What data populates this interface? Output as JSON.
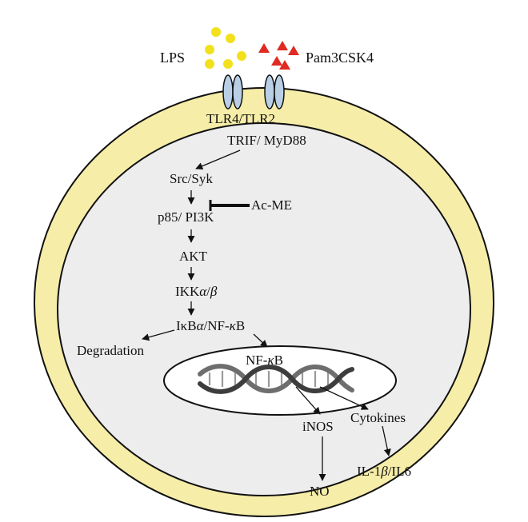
{
  "ligands": {
    "lps": "LPS",
    "pam": "Pam3CSK4",
    "lps_color": "#f2e01c",
    "pam_color": "#e02a22"
  },
  "membrane": {
    "receptor": "TLR4/TLR2",
    "outer_color": "#f6eda8",
    "inner_color": "#eeedee",
    "receptor_color": "#b8cfe6"
  },
  "pathway": {
    "adaptor": "TRIF/ MyD88",
    "src_syk": "Src/Syk",
    "inhibitor": "Ac-ME",
    "pi3k": "p85/ PI3K",
    "akt": "AKT",
    "ikk_prefix": "IKK",
    "ikk_a": "α",
    "ikk_sep": "/",
    "ikk_b": "β",
    "ikb_prefix": "IκB",
    "ikb_a": "α",
    "ikb_mid": "/NF-",
    "ikb_k": "κ",
    "ikb_end": "B",
    "degradation": "Degradation"
  },
  "nucleus": {
    "nfkb_prefix": "NF-",
    "nfkb_k": "κ",
    "nfkb_end": "B"
  },
  "outputs": {
    "inos": "iNOS",
    "cytokines": "Cytokines",
    "il_prefix": "IL-1",
    "il_b": "β",
    "il_end": "/IL6",
    "no": "NO"
  }
}
